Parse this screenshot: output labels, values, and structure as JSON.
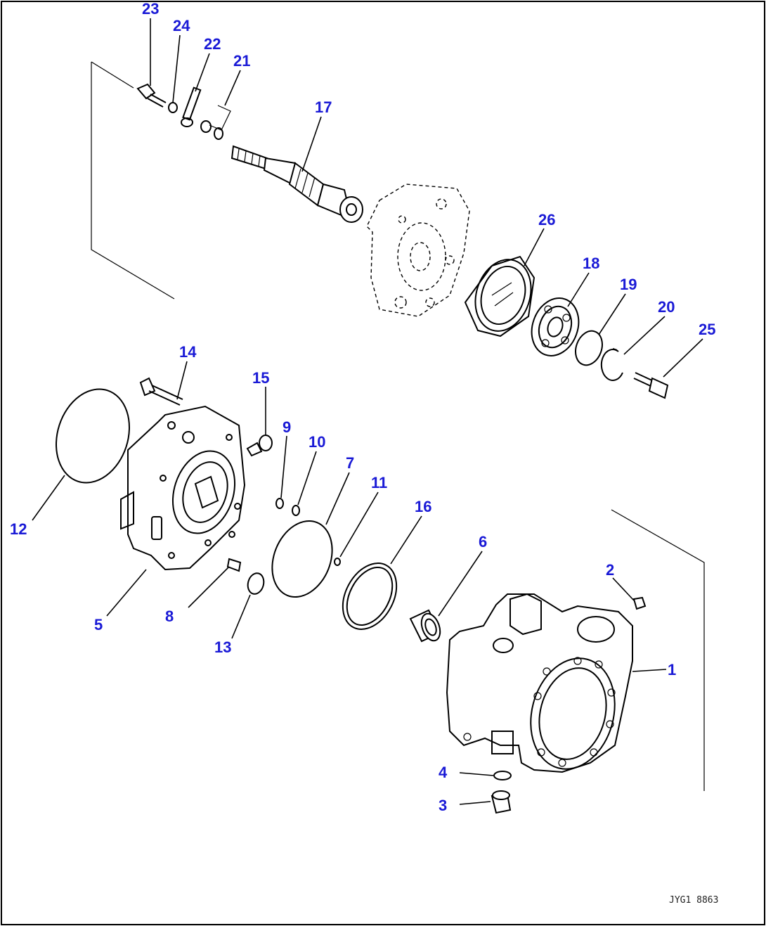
{
  "drawing_code": "JYG1 8863",
  "callouts": [
    {
      "id": "1",
      "part": "housing"
    },
    {
      "id": "2",
      "part": "plug-small"
    },
    {
      "id": "3",
      "part": "drain-plug"
    },
    {
      "id": "4",
      "part": "o-ring-plug"
    },
    {
      "id": "5",
      "part": "end-cover"
    },
    {
      "id": "6",
      "part": "bearing-sleeve"
    },
    {
      "id": "7",
      "part": "o-ring-large"
    },
    {
      "id": "8",
      "part": "pin"
    },
    {
      "id": "9",
      "part": "o-ring-small-a"
    },
    {
      "id": "10",
      "part": "o-ring-small-b"
    },
    {
      "id": "11",
      "part": "o-ring-tiny"
    },
    {
      "id": "12",
      "part": "o-ring-cover"
    },
    {
      "id": "13",
      "part": "gasket"
    },
    {
      "id": "14",
      "part": "bolt-cover"
    },
    {
      "id": "15",
      "part": "eye-fitting"
    },
    {
      "id": "16",
      "part": "seal-ring"
    },
    {
      "id": "17",
      "part": "shaft"
    },
    {
      "id": "18",
      "part": "bearing"
    },
    {
      "id": "19",
      "part": "snap-ring-a"
    },
    {
      "id": "20",
      "part": "snap-ring-b"
    },
    {
      "id": "21",
      "part": "washer-seal"
    },
    {
      "id": "22",
      "part": "clip"
    },
    {
      "id": "23",
      "part": "bolt-top"
    },
    {
      "id": "24",
      "part": "washer"
    },
    {
      "id": "25",
      "part": "bolt-flange"
    },
    {
      "id": "26",
      "part": "seal-cover"
    }
  ]
}
